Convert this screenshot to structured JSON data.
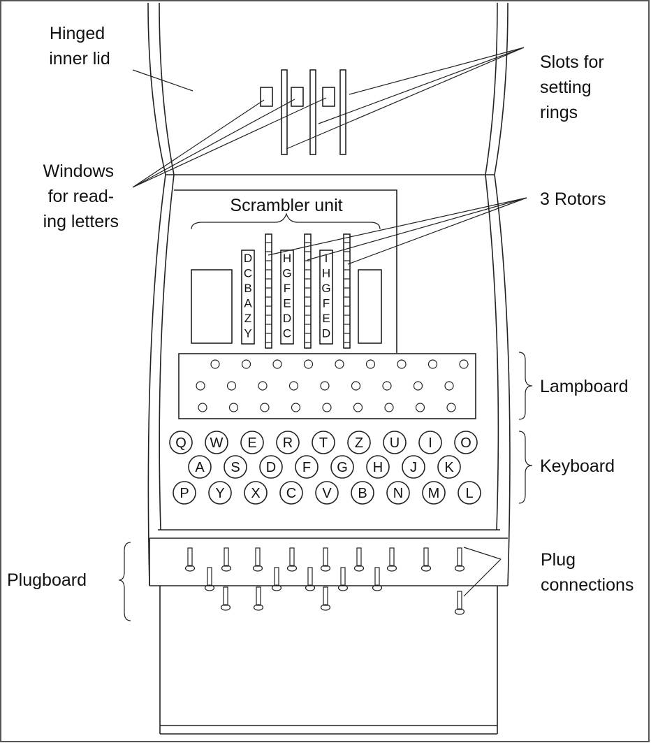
{
  "labels": {
    "hinged_inner_lid": [
      "Hinged",
      "inner lid"
    ],
    "slots_for_setting_rings": [
      "Slots for",
      "setting",
      "rings"
    ],
    "windows_for_reading_letters": [
      "Windows",
      "for read-",
      "ing letters"
    ],
    "scrambler_unit": "Scrambler unit",
    "three_rotors": "3 Rotors",
    "lampboard": "Lampboard",
    "keyboard": "Keyboard",
    "plugboard": "Plugboard",
    "plug_connections": [
      "Plug",
      "connections"
    ]
  },
  "rotors": [
    [
      "D",
      "C",
      "B",
      "A",
      "Z",
      "Y"
    ],
    [
      "H",
      "G",
      "F",
      "E",
      "D",
      "C"
    ],
    [
      "I",
      "H",
      "G",
      "F",
      "E",
      "D"
    ]
  ],
  "lamp_rows": [
    9,
    9,
    9
  ],
  "keyboard_rows": [
    [
      "Q",
      "W",
      "E",
      "R",
      "T",
      "Z",
      "U",
      "I",
      "O"
    ],
    [
      "A",
      "S",
      "D",
      "F",
      "G",
      "H",
      "J",
      "K"
    ],
    [
      "P",
      "Y",
      "X",
      "C",
      "V",
      "B",
      "N",
      "M",
      "L"
    ]
  ],
  "colors": {
    "line": "#222222",
    "background": "#ffffff",
    "frame": "#555555"
  }
}
